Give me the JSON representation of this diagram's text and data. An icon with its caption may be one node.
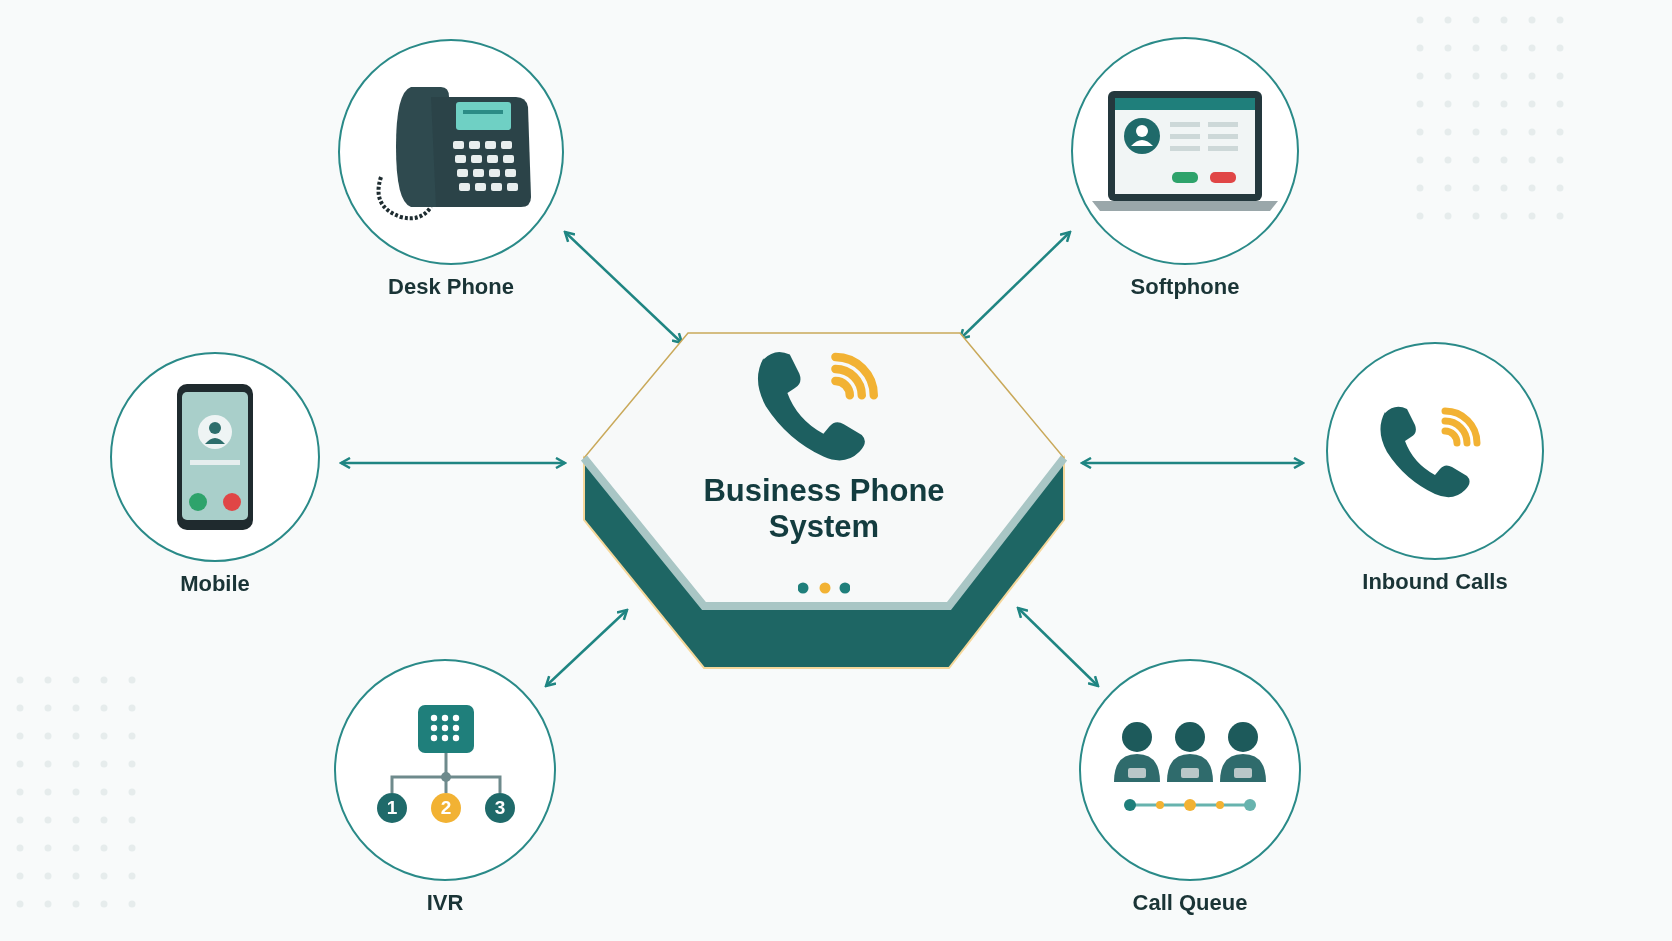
{
  "diagram": {
    "nodes": [
      {
        "text": [
          "Business Phone System"
        ]
      },
      {
        "text": [
          "Desk Phone"
        ]
      },
      {
        "text": [
          "Softphone"
        ]
      },
      {
        "text": [
          "Mobile"
        ]
      },
      {
        "text": [
          "Inbound Calls"
        ]
      },
      {
        "text": [
          "IVR"
        ]
      },
      {
        "text": [
          "Call Queue"
        ]
      }
    ],
    "edges": [
      {
        "from": 0,
        "to": 1,
        "arrow": "both"
      },
      {
        "from": 0,
        "to": 2,
        "arrow": "both"
      },
      {
        "from": 0,
        "to": 3,
        "arrow": "both"
      },
      {
        "from": 0,
        "to": 4,
        "arrow": "both"
      },
      {
        "from": 0,
        "to": 5,
        "arrow": "both"
      },
      {
        "from": 0,
        "to": 6,
        "arrow": "both"
      }
    ],
    "labels": [
      "1",
      "2",
      "3"
    ]
  }
}
